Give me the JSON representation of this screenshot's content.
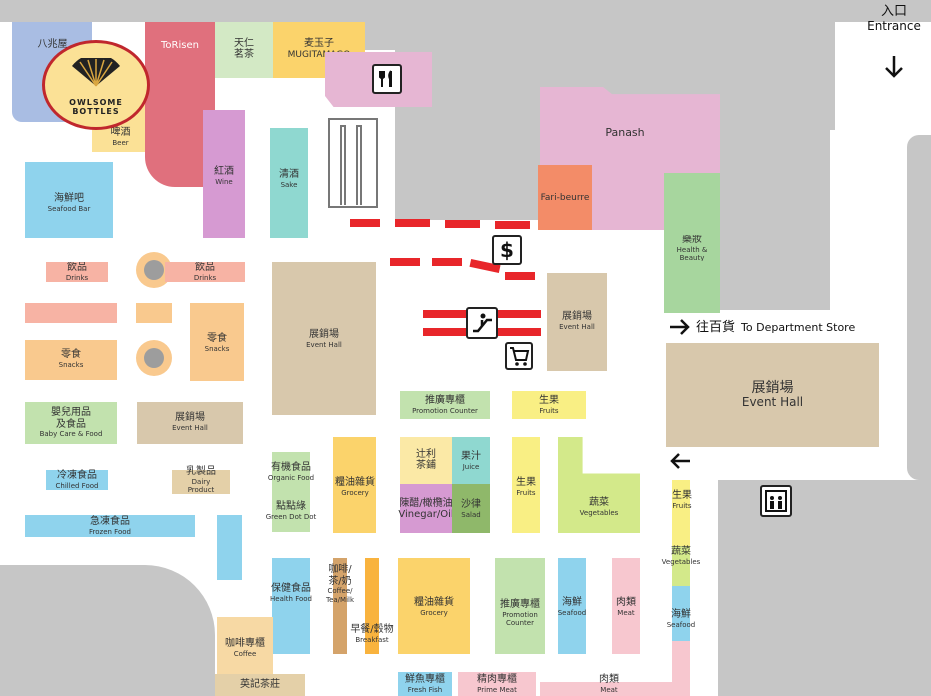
{
  "entrance": {
    "zh": "入口",
    "en": "Entrance"
  },
  "to_department_store": {
    "zh": "往百貨",
    "en": "To Department Store"
  },
  "logo": {
    "line1": "OWLSOME",
    "line2": "BOTTLES"
  },
  "stores": {
    "bazhao": {
      "zh": "八兆屋"
    },
    "torisen": {
      "en": "ToRisen"
    },
    "tianren": {
      "zh": "天仁",
      "zh2": "茗茶"
    },
    "mugitamago": {
      "zh": "麦玉子",
      "en": "MUGITAMAGO"
    },
    "beer": {
      "zh": "啤酒",
      "en": "Beer"
    },
    "panash": {
      "en": "Panash"
    },
    "faribeurre": {
      "en": "Fari-beurre"
    },
    "seafood_bar": {
      "zh": "海鮮吧",
      "en": "Seafood Bar"
    },
    "wine": {
      "zh": "紅酒",
      "en": "Wine"
    },
    "sake": {
      "zh": "清酒",
      "en": "Sake"
    },
    "health_beauty": {
      "zh": "藥妝",
      "en": "Health & Beauty"
    },
    "drinks_left": {
      "zh": "飲品",
      "en": "Drinks"
    },
    "drinks_right": {
      "zh": "飲品",
      "en": "Drinks"
    },
    "snacks_right": {
      "zh": "零食",
      "en": "Snacks"
    },
    "snacks_left": {
      "zh": "零食",
      "en": "Snacks"
    },
    "event_hall_center": {
      "zh": "展銷場",
      "en": "Event Hall"
    },
    "event_hall_small": {
      "zh": "展銷場",
      "en": "Event Hall"
    },
    "event_hall_right": {
      "zh": "展銷場",
      "en": "Event Hall"
    },
    "event_hall_left": {
      "zh": "展銷場",
      "en": "Event Hall"
    },
    "baby_care": {
      "zh": "嬰兒用品",
      "zh2": "及食品",
      "en": "Baby Care & Food"
    },
    "promotion_counter_top": {
      "zh": "推廣專櫃",
      "en": "Promotion Counter"
    },
    "fruits_top": {
      "zh": "生果",
      "en": "Fruits"
    },
    "chilled_food": {
      "zh": "冷凍食品",
      "en": "Chilled Food"
    },
    "dairy": {
      "zh": "乳製品",
      "en": "Dairy",
      "en2": "Product"
    },
    "organic": {
      "zh": "有機食品",
      "en": "Organic Food"
    },
    "grocery_top": {
      "zh": "糧油雜貨",
      "en": "Grocery"
    },
    "soy_shop": {
      "zh": "辻利",
      "zh2": "茶鋪"
    },
    "juice": {
      "zh": "果汁",
      "en": "Juice"
    },
    "fruits_mid": {
      "zh": "生果",
      "en": "Fruits"
    },
    "vegetables_mid": {
      "zh": "蔬菜",
      "en": "Vegetables"
    },
    "fruits_right": {
      "zh": "生果",
      "en": "Fruits"
    },
    "green_dot": {
      "zh": "點點綠",
      "en": "Green Dot Dot"
    },
    "vinegar": {
      "zh": "陳醋/橄欖油",
      "en": "Vinegar/Oil"
    },
    "salad": {
      "zh": "沙律",
      "en": "Salad"
    },
    "frozen_food": {
      "zh": "急凍食品",
      "en": "Frozen Food"
    },
    "vegetables_right": {
      "zh": "蔬菜",
      "en": "Vegetables"
    },
    "health_food": {
      "zh": "保健食品",
      "en": "Health Food"
    },
    "coffee_tea": {
      "zh": "咖啡/",
      "zh2": "茶/奶",
      "en": "Coffee/",
      "en2": "Tea/Milk"
    },
    "breakfast": {
      "zh": "早餐/穀物",
      "en": "Breakfast"
    },
    "grocery_bottom": {
      "zh": "糧油雜貨",
      "en": "Grocery"
    },
    "promotion_counter_bottom": {
      "zh": "推廣專櫃",
      "en": "Promotion",
      "en2": "Counter"
    },
    "seafood": {
      "zh": "海鮮",
      "en": "Seafood"
    },
    "meat_mid": {
      "zh": "肉類",
      "en": "Meat"
    },
    "seafood_right": {
      "zh": "海鮮",
      "en": "Seafood"
    },
    "coffee_shop": {
      "zh": "咖啡專櫃",
      "en": "Coffee"
    },
    "fresh_fish": {
      "zh": "鮮魚專櫃",
      "en": "Fresh Fish"
    },
    "prime_meat": {
      "zh": "精肉專櫃",
      "en": "Prime Meat"
    },
    "meat_bottom": {
      "zh": "肉類",
      "en": "Meat"
    },
    "yingji": {
      "zh": "英記茶莊"
    }
  },
  "icons": {
    "restaurant": "fork-knife-icon",
    "cashier": "dollar-icon",
    "escalator": "escalator-icon",
    "cart": "shopping-cart-icon",
    "lift": "lift-icon",
    "arrow_down": "arrow-down-icon",
    "arrow_right": "arrow-right-icon",
    "arrow_left": "arrow-left-icon"
  },
  "colors": {
    "corridor": "#c6c6c6",
    "cashier_line": "#e8262a",
    "logo_ring": "#c0272d"
  }
}
